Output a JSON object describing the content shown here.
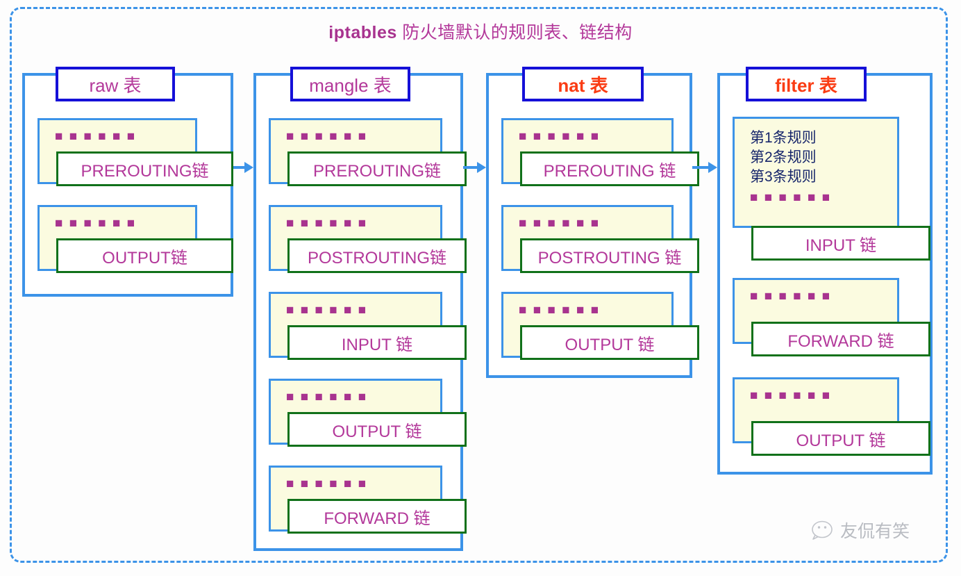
{
  "title": {
    "bold": "iptables",
    "rest": " 防火墙默认的规则表、链结构"
  },
  "colors": {
    "frame_blue": "#3c93e8",
    "header_border_blue": "#1510d8",
    "chain_green": "#11711a",
    "label_purple": "#b3389a",
    "label_red": "#fa3c14",
    "note_yellow": "#fbfbe0",
    "rule_navy": "#17266b"
  },
  "dots": "■ ■ ■ ■ ■ ■",
  "tables": [
    {
      "id": "raw",
      "header": "raw 表",
      "header_style": "purple",
      "chains": [
        {
          "label": "PREROUTING链",
          "rules": []
        },
        {
          "label": "OUTPUT链",
          "rules": []
        }
      ]
    },
    {
      "id": "mangle",
      "header": "mangle 表",
      "header_style": "purple",
      "chains": [
        {
          "label": "PREROUTING链",
          "rules": []
        },
        {
          "label": "POSTROUTING链",
          "rules": []
        },
        {
          "label": "INPUT 链",
          "rules": []
        },
        {
          "label": "OUTPUT 链",
          "rules": []
        },
        {
          "label": "FORWARD 链",
          "rules": []
        }
      ]
    },
    {
      "id": "nat",
      "header": "nat 表",
      "header_style": "red",
      "chains": [
        {
          "label": "PREROUTING 链",
          "rules": []
        },
        {
          "label": "POSTROUTING 链",
          "rules": []
        },
        {
          "label": "OUTPUT 链",
          "rules": []
        }
      ]
    },
    {
      "id": "filter",
      "header": "filter 表",
      "header_style": "red",
      "chains": [
        {
          "label": "INPUT 链",
          "rules": [
            "第1条规则",
            "第2条规则",
            "第3条规则"
          ]
        },
        {
          "label": "FORWARD 链",
          "rules": []
        },
        {
          "label": "OUTPUT 链",
          "rules": []
        }
      ]
    }
  ],
  "arrows": [
    {
      "from": "raw",
      "to": "mangle"
    },
    {
      "from": "mangle",
      "to": "nat"
    },
    {
      "from": "nat",
      "to": "filter"
    }
  ],
  "watermark": {
    "icon": "chat-bubble-icon",
    "text": "友侃有笑"
  }
}
